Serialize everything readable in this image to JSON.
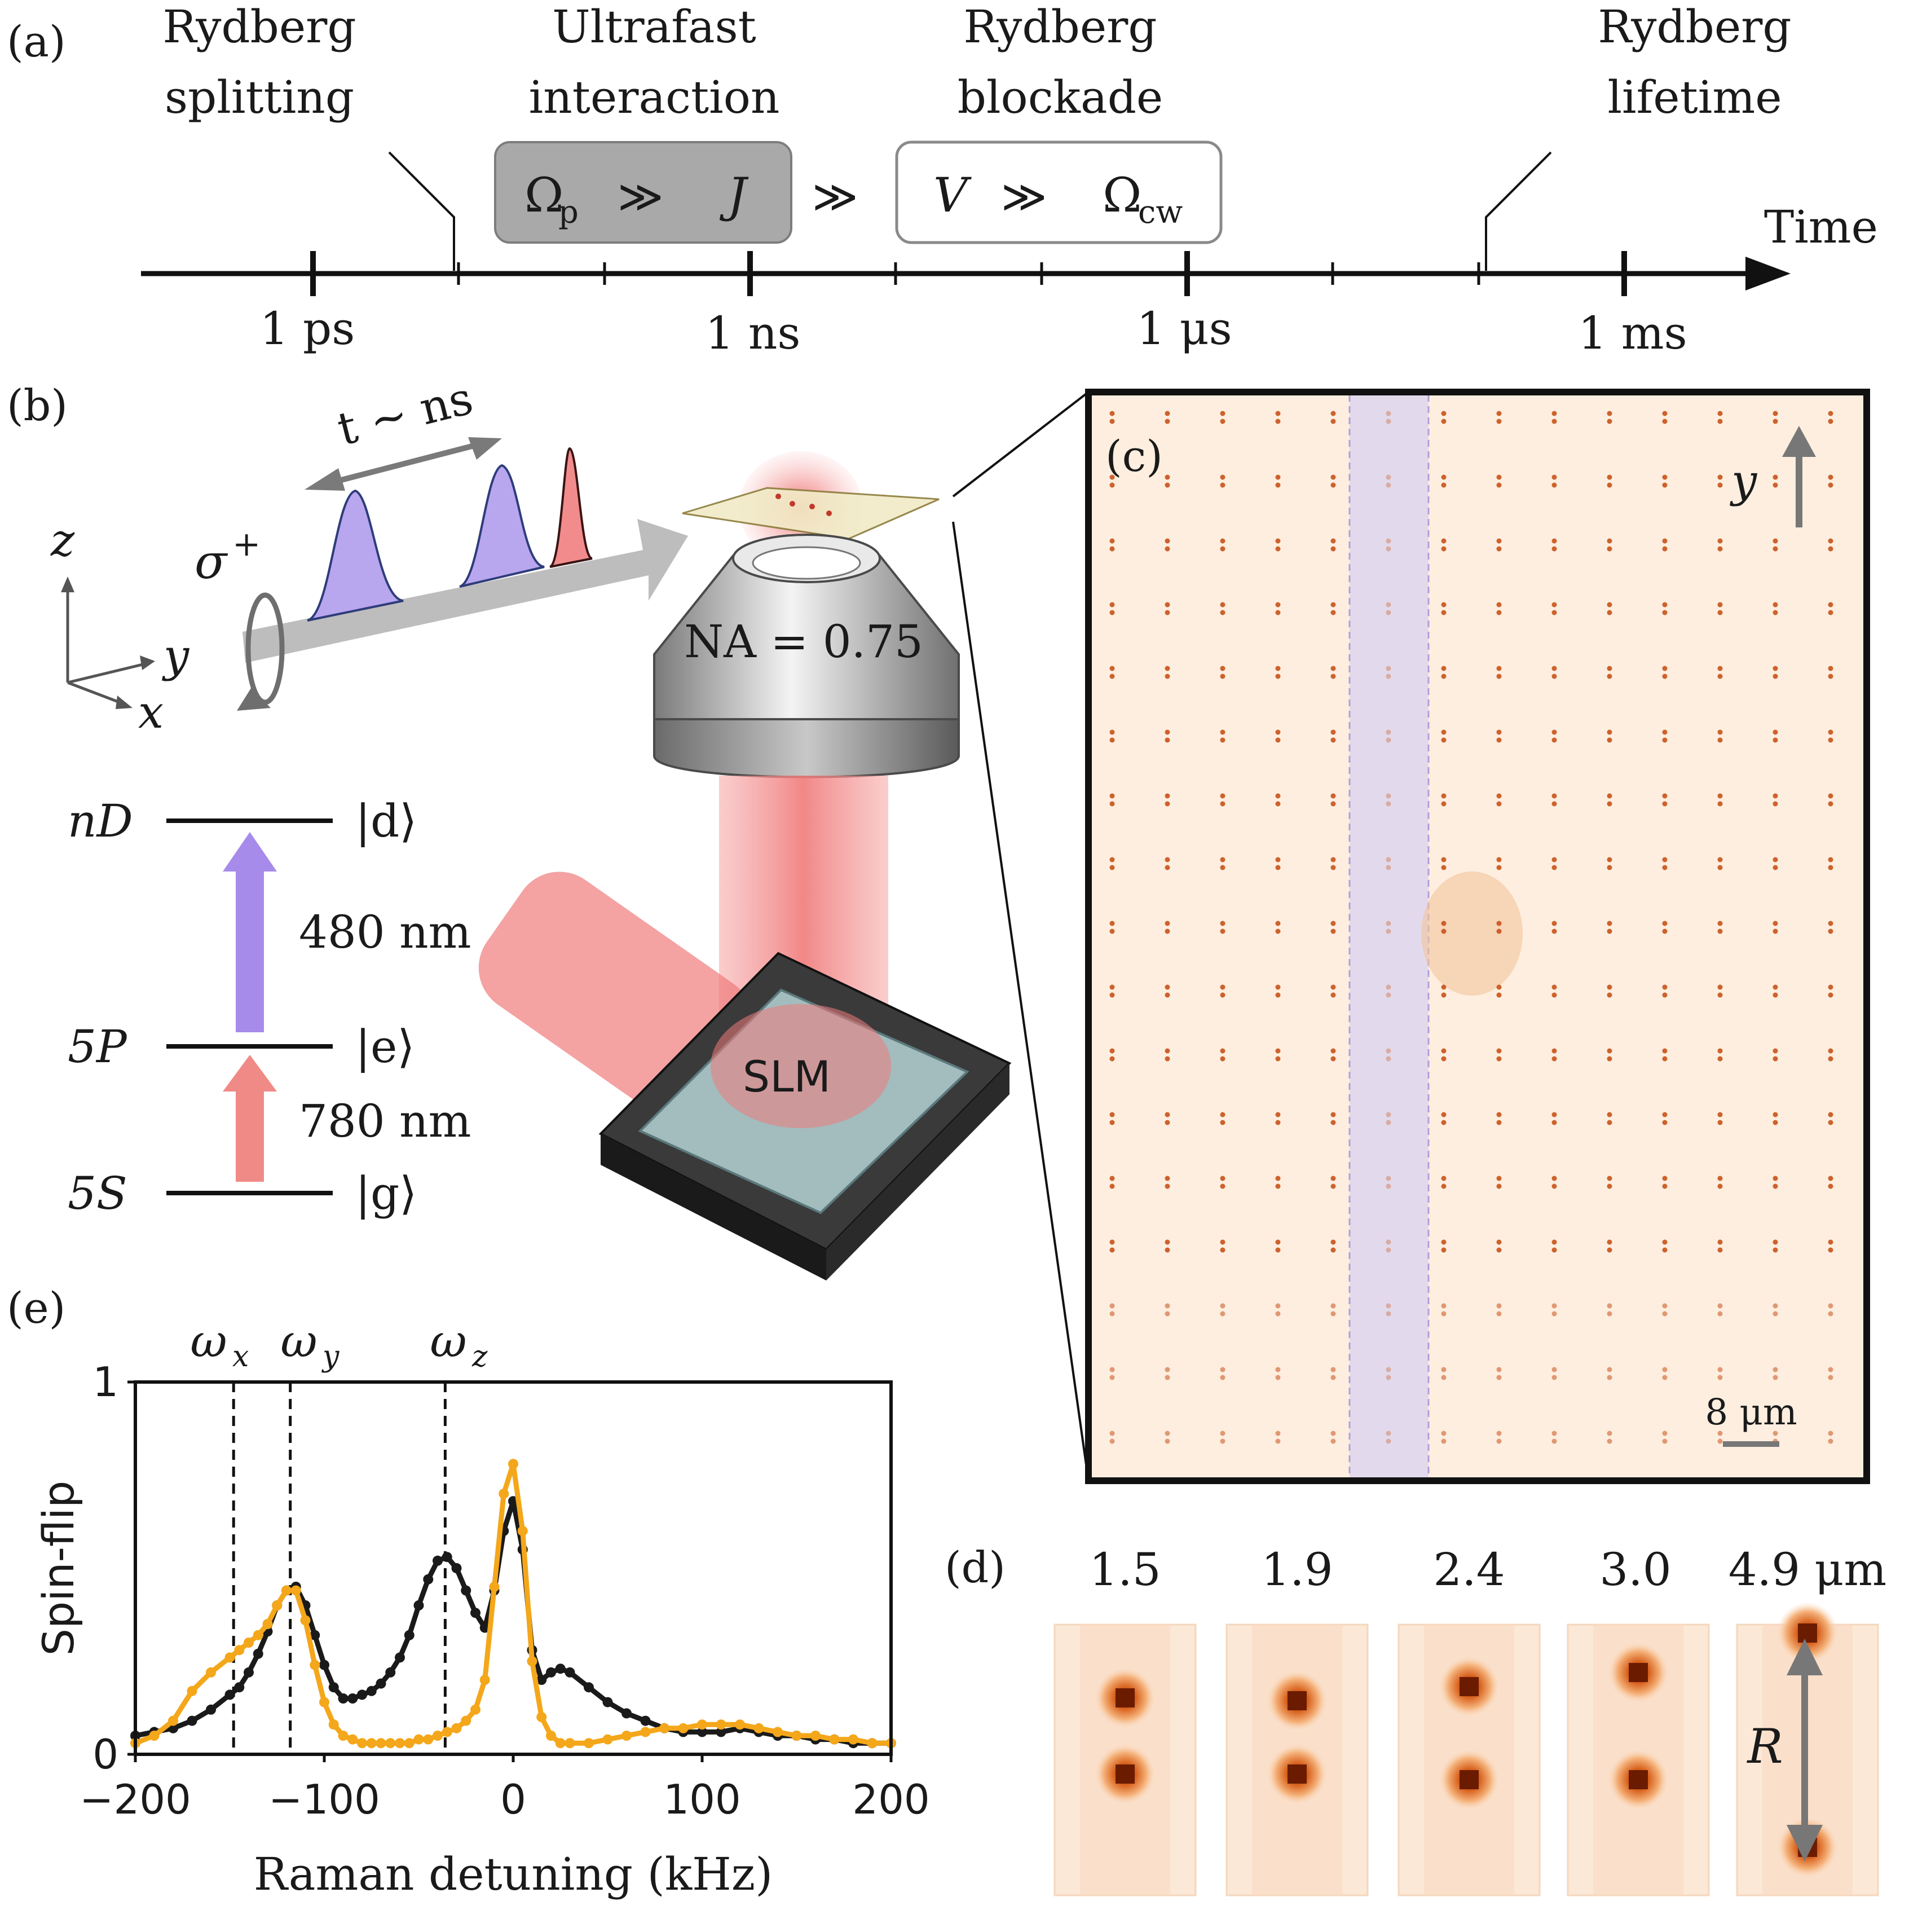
{
  "panel_a": {
    "label": "(a)",
    "headers": [
      {
        "line1": "Rydberg",
        "line2": "splitting"
      },
      {
        "line1": "Ultrafast",
        "line2": "interaction"
      },
      {
        "line1": "Rydberg",
        "line2": "blockade"
      },
      {
        "line1": "Rydberg",
        "line2": "lifetime"
      }
    ],
    "box1": {
      "left": "Ω",
      "left_sub": "p",
      "rel": "≫",
      "right": "J"
    },
    "between": "≫",
    "box2": {
      "left": "V",
      "rel": "≫",
      "right": "Ω",
      "right_sub": "cw"
    },
    "axis_title": "Time",
    "ticks": [
      "1 ps",
      "1 ns",
      "1 μs",
      "1 ms"
    ]
  },
  "panel_b": {
    "label": "(b)",
    "pulse_delay": "t ∼ ns",
    "polarization": "σ",
    "polarization_sup": "+",
    "axes": {
      "z": "z",
      "y": "y",
      "x": "x"
    },
    "objective": "NA = 0.75",
    "slm": "SLM",
    "levels": [
      {
        "state": "nD",
        "ket": "|d⟩"
      },
      {
        "state": "5P",
        "ket": "|e⟩"
      },
      {
        "state": "5S",
        "ket": "|g⟩"
      }
    ],
    "transitions": [
      {
        "label": "480 nm",
        "color": "#a78bea"
      },
      {
        "label": "780 nm",
        "color": "#f08a86"
      }
    ]
  },
  "panel_c": {
    "label": "(c)",
    "axis_label": "y",
    "scale_bar": "8 μm",
    "colors": {
      "background": "#fdeedf",
      "spot": "#c8521a",
      "highlight": "#ddd6ef"
    }
  },
  "panel_d": {
    "label": "(d)",
    "separations": [
      "1.5",
      "1.9",
      "2.4",
      "3.0",
      "4.9 μm"
    ],
    "distance_label": "R"
  },
  "panel_e": {
    "label": "(e)",
    "chart_data": {
      "type": "line",
      "xlabel": "Raman detuning (kHz)",
      "ylabel": "Spin-flip",
      "xlim": [
        -200,
        200
      ],
      "ylim": [
        0,
        1
      ],
      "xticks": [
        "−200",
        "−100",
        "0",
        "100",
        "200"
      ],
      "yticks": [
        "0",
        "1"
      ],
      "vlines": [
        {
          "label": "ω",
          "sub": "x",
          "x": -148
        },
        {
          "label": "ω",
          "sub": "y",
          "x": -118
        },
        {
          "label": "ω",
          "sub": "z",
          "x": -36
        }
      ],
      "series": [
        {
          "color": "#1a1a1a",
          "x": [
            -200,
            -190,
            -180,
            -170,
            -160,
            -150,
            -145,
            -140,
            -135,
            -130,
            -125,
            -120,
            -115,
            -110,
            -105,
            -100,
            -95,
            -90,
            -85,
            -80,
            -75,
            -70,
            -65,
            -60,
            -55,
            -50,
            -45,
            -40,
            -35,
            -30,
            -25,
            -20,
            -15,
            -10,
            -5,
            0,
            5,
            10,
            15,
            20,
            25,
            30,
            40,
            50,
            60,
            70,
            80,
            90,
            100,
            110,
            120,
            130,
            140,
            150,
            160,
            170,
            180,
            190,
            200
          ],
          "y": [
            0.05,
            0.06,
            0.07,
            0.09,
            0.12,
            0.16,
            0.18,
            0.22,
            0.27,
            0.33,
            0.4,
            0.44,
            0.45,
            0.4,
            0.32,
            0.24,
            0.18,
            0.15,
            0.15,
            0.16,
            0.17,
            0.19,
            0.22,
            0.26,
            0.32,
            0.4,
            0.47,
            0.52,
            0.53,
            0.5,
            0.44,
            0.38,
            0.34,
            0.44,
            0.6,
            0.68,
            0.55,
            0.28,
            0.2,
            0.22,
            0.23,
            0.22,
            0.18,
            0.14,
            0.11,
            0.09,
            0.07,
            0.06,
            0.06,
            0.06,
            0.07,
            0.06,
            0.05,
            0.05,
            0.04,
            0.04,
            0.03,
            0.03,
            0.03
          ]
        },
        {
          "color": "#f4a71a",
          "x": [
            -200,
            -190,
            -180,
            -170,
            -160,
            -150,
            -145,
            -140,
            -135,
            -130,
            -125,
            -120,
            -115,
            -110,
            -105,
            -100,
            -95,
            -90,
            -85,
            -80,
            -75,
            -70,
            -65,
            -60,
            -55,
            -50,
            -45,
            -40,
            -35,
            -30,
            -25,
            -20,
            -15,
            -10,
            -5,
            0,
            5,
            10,
            15,
            20,
            25,
            30,
            40,
            50,
            60,
            70,
            80,
            90,
            100,
            110,
            120,
            130,
            140,
            150,
            160,
            170,
            180,
            190,
            200
          ],
          "y": [
            0.03,
            0.05,
            0.09,
            0.17,
            0.22,
            0.26,
            0.28,
            0.3,
            0.32,
            0.35,
            0.4,
            0.44,
            0.44,
            0.36,
            0.24,
            0.14,
            0.08,
            0.05,
            0.04,
            0.03,
            0.03,
            0.03,
            0.03,
            0.03,
            0.03,
            0.04,
            0.04,
            0.05,
            0.06,
            0.07,
            0.09,
            0.12,
            0.2,
            0.45,
            0.7,
            0.78,
            0.6,
            0.25,
            0.1,
            0.05,
            0.03,
            0.03,
            0.03,
            0.04,
            0.05,
            0.06,
            0.07,
            0.07,
            0.08,
            0.08,
            0.08,
            0.07,
            0.06,
            0.05,
            0.05,
            0.04,
            0.04,
            0.03,
            0.03
          ]
        }
      ]
    }
  }
}
